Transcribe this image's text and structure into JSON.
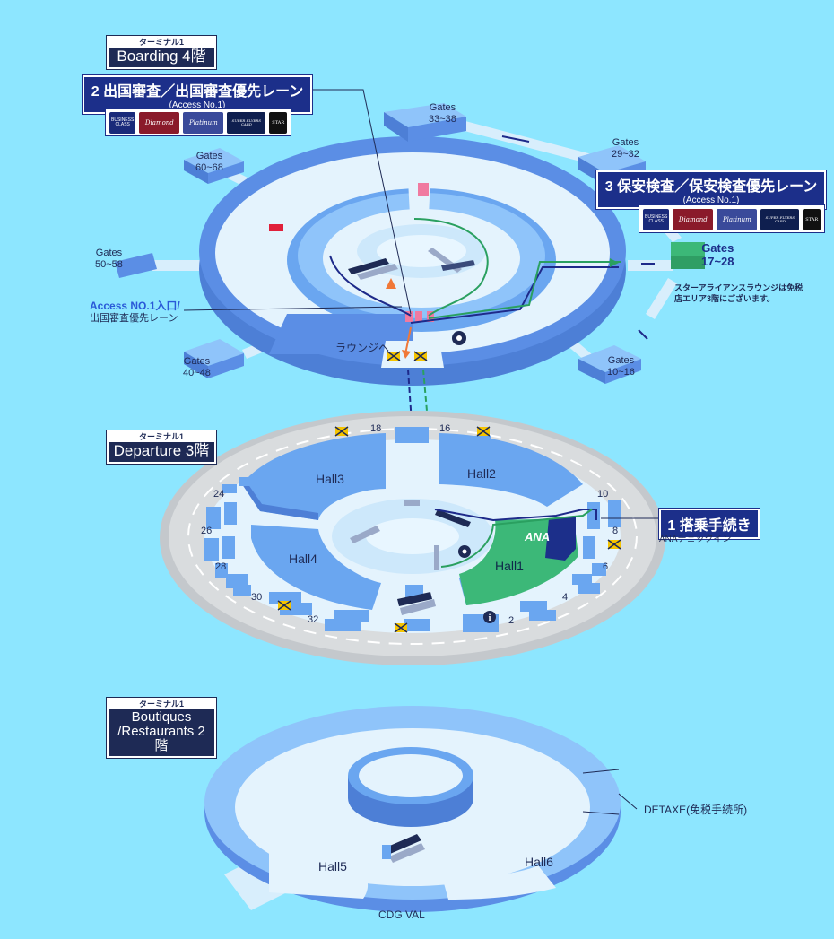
{
  "floors": {
    "boarding": {
      "sub": "ターミナル1",
      "main": "Boarding 4階"
    },
    "departure": {
      "sub": "ターミナル1",
      "main": "Departure 3階"
    },
    "boutiques": {
      "sub": "ターミナル1",
      "main1": "Boutiques",
      "main2": "/Restaurants 2階"
    }
  },
  "callouts": {
    "immigration": {
      "title": "2 出国審査／出国審査優先レーン",
      "access": "(Access No.1)"
    },
    "security": {
      "title": "3 保安検査／保安検査優先レーン",
      "access": "(Access No.1)"
    },
    "checkin": {
      "title": "1 搭乗手続き",
      "note": "ANAチェックイン"
    }
  },
  "cards": [
    {
      "name": "BUSINESS CLASS",
      "color": "#1a2a7a"
    },
    {
      "name": "Diamond",
      "color": "#8a1a2a"
    },
    {
      "name": "Platinum",
      "color": "#3a4a9a"
    },
    {
      "name": "SUPER FLYERS CARD",
      "color": "#0f1f4f"
    },
    {
      "name": "STAR",
      "color": "#111111"
    }
  ],
  "gates": {
    "g33": {
      "title": "Gates",
      "range": "33~38"
    },
    "g29": {
      "title": "Gates",
      "range": "29~32"
    },
    "g60": {
      "title": "Gates",
      "range": "60~68"
    },
    "g50": {
      "title": "Gates",
      "range": "50~58"
    },
    "g40": {
      "title": "Gates",
      "range": "40~48"
    },
    "g10": {
      "title": "Gates",
      "range": "10~16"
    },
    "g17": {
      "title": "Gates",
      "range": "17~28"
    }
  },
  "lounge_note": {
    "line1": "スターアライアンスラウンジは免税",
    "line2": "店エリア3階にございます。"
  },
  "access_entry": {
    "line1": "Access NO.1入口/",
    "line2": "出国審査優先レーン"
  },
  "lounge_dir": "ラウンジへ",
  "halls": {
    "hall1": "Hall1",
    "hall2": "Hall2",
    "hall3": "Hall3",
    "hall4": "Hall4",
    "hall5": "Hall5",
    "hall6": "Hall6"
  },
  "ana_logo": "ANA",
  "gate_numbers": [
    "18",
    "16",
    "10",
    "8",
    "6",
    "4",
    "2",
    "24",
    "26",
    "28",
    "30",
    "32"
  ],
  "detaxe": "DETAXE(免税手続所)",
  "cdgval": "CDG VAL",
  "colors": {
    "accent": "#1c2f8a",
    "checkin_green": "#3cb878",
    "floor_blue": "#5a8ee0",
    "background": "#8de6ff"
  }
}
